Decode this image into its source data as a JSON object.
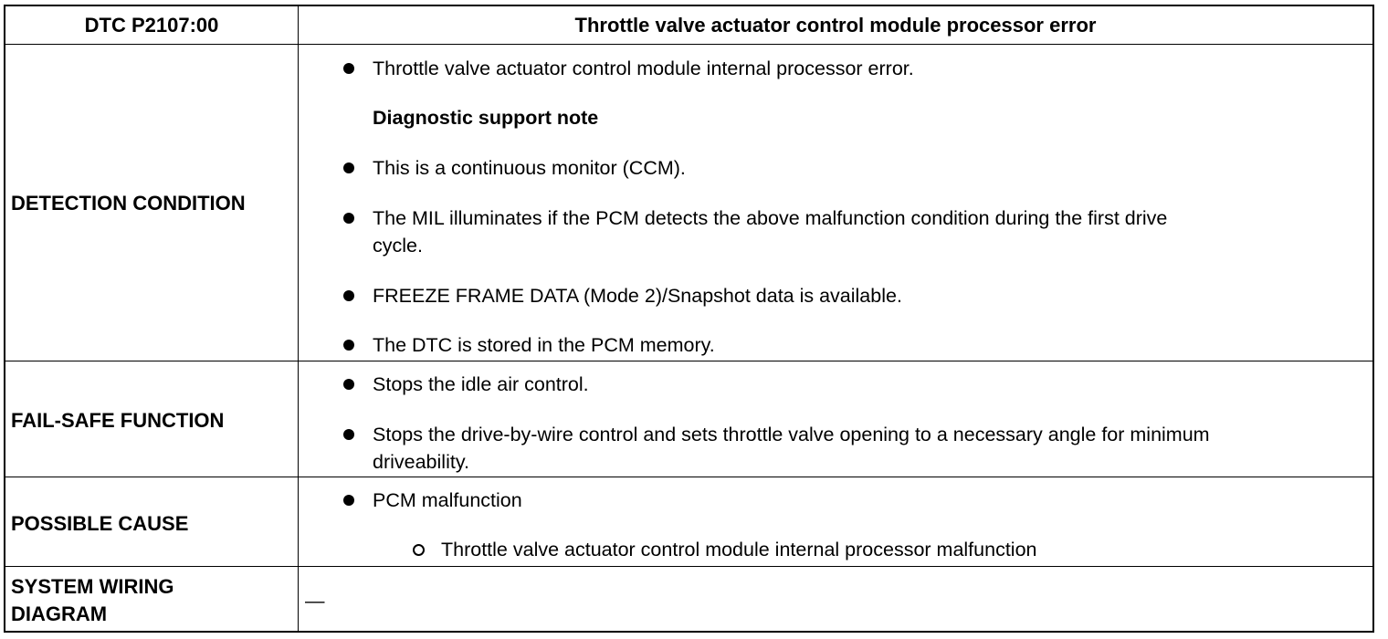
{
  "header": {
    "code": "DTC P2107:00",
    "title": "Throttle valve actuator control module processor error"
  },
  "detection": {
    "label": "DETECTION CONDITION",
    "item1": "Throttle valve actuator control module internal processor error.",
    "support_note": "Diagnostic support note",
    "item2": "This is a continuous monitor (CCM).",
    "item3_line1": "The MIL illuminates if the PCM detects the above malfunction condition during the first drive",
    "item3_line2": "cycle.",
    "item4": "FREEZE FRAME DATA (Mode 2)/Snapshot data is available.",
    "item5": "The DTC is stored in the PCM memory."
  },
  "failsafe": {
    "label": "FAIL-SAFE FUNCTION",
    "item1": "Stops the idle air control.",
    "item2_line1": "Stops the drive-by-wire control and sets throttle valve opening to a necessary angle for minimum",
    "item2_line2": "driveability."
  },
  "cause": {
    "label": "POSSIBLE CAUSE",
    "item1": "PCM malfunction",
    "sub1": "Throttle valve actuator control module internal processor malfunction"
  },
  "wiring": {
    "label_line1": "SYSTEM WIRING",
    "label_line2": "DIAGRAM",
    "value": "—"
  }
}
